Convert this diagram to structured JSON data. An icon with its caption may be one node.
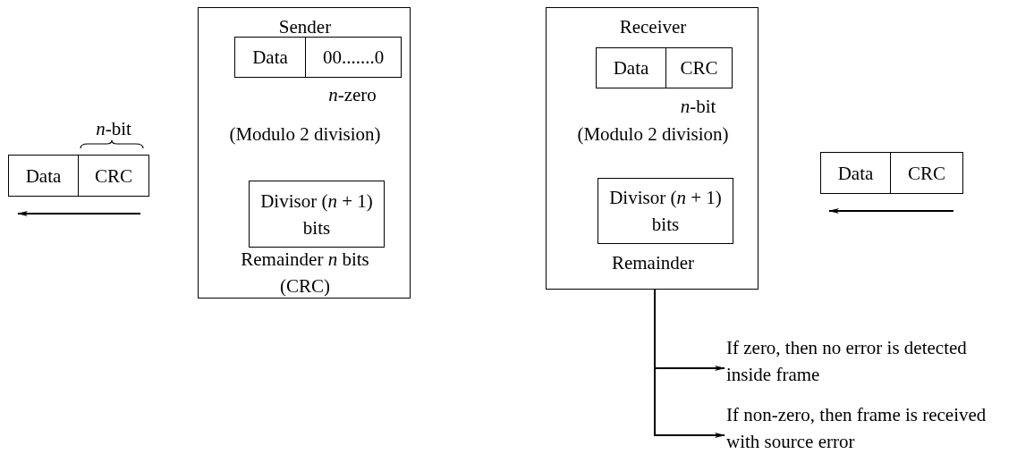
{
  "diagram": {
    "nodes": [
      {
        "text": [
          "Sender",
          "(Modulo 2 division)",
          "Remainder *n* bits (CRC)"
        ]
      },
      {
        "text": [
          "Data"
        ],
        "in": 0
      },
      {
        "text": [
          "00.......0"
        ],
        "in": 0,
        "beside": [
          "*n*-zero"
        ]
      },
      {
        "text": [
          "Divisor (*n* + 1) bits"
        ],
        "in": 0
      },
      {
        "text": [
          "Receiver",
          "(Modulo 2 division)",
          "Remainder"
        ]
      },
      {
        "text": [
          "Data"
        ],
        "in": 4
      },
      {
        "text": [
          "CRC"
        ],
        "in": 4,
        "beside": [
          "*n*-bit"
        ]
      },
      {
        "text": [
          "Divisor (*n* + 1) bits"
        ],
        "in": 4
      },
      {
        "text": [
          "Data"
        ]
      },
      {
        "text": [
          "CRC"
        ],
        "beside": [
          "*n*-bit"
        ]
      },
      {
        "text": [
          "Data"
        ]
      },
      {
        "text": [
          "CRC"
        ]
      },
      {
        "text": [
          "If zero, then no error is detected inside frame"
        ]
      },
      {
        "text": [
          "If non-zero, then frame is received with source error"
        ]
      }
    ],
    "edges": [
      {
        "from": 4,
        "to": 12,
        "arrow": "to"
      },
      {
        "from": 4,
        "to": 13,
        "arrow": "to"
      }
    ]
  }
}
